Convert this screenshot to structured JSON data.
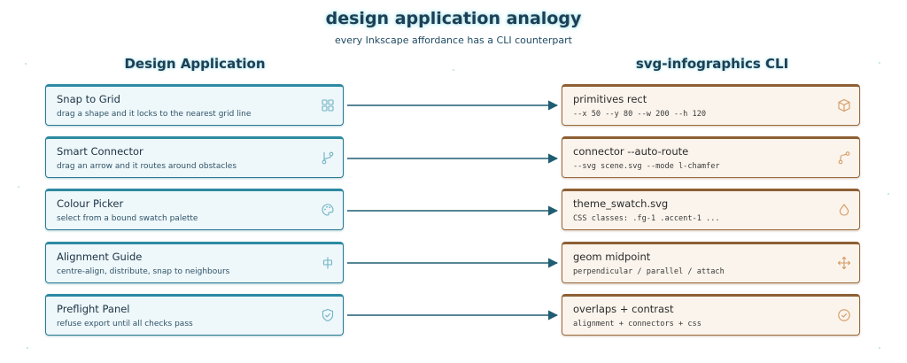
{
  "title": "design application analogy",
  "subtitle": "every Inkscape affordance has a CLI counterpart",
  "left_heading": "Design Application",
  "right_heading": "svg-infographics CLI",
  "rows": [
    {
      "left": {
        "title": "Snap to Grid",
        "desc": "drag a shape and it locks to the nearest grid line",
        "icon": "grid-icon"
      },
      "right": {
        "title": "primitives rect",
        "desc": "--x 50 --y 80 --w 200 --h 120",
        "icon": "cube-icon"
      }
    },
    {
      "left": {
        "title": "Smart Connector",
        "desc": "drag an arrow and it routes around obstacles",
        "icon": "git-branch-icon"
      },
      "right": {
        "title": "connector --auto-route",
        "desc": "--svg scene.svg --mode l-chamfer",
        "icon": "route-icon"
      }
    },
    {
      "left": {
        "title": "Colour Picker",
        "desc": "select from a bound swatch palette",
        "icon": "palette-icon"
      },
      "right": {
        "title": "theme_swatch.svg",
        "desc": "CSS classes: .fg-1 .accent-1 ...",
        "icon": "droplet-icon"
      }
    },
    {
      "left": {
        "title": "Alignment Guide",
        "desc": "centre-align, distribute, snap to neighbours",
        "icon": "align-center-icon"
      },
      "right": {
        "title": "geom midpoint",
        "desc": "perpendicular / parallel / attach",
        "icon": "move-icon"
      }
    },
    {
      "left": {
        "title": "Preflight Panel",
        "desc": "refuse export until all checks pass",
        "icon": "shield-check-icon"
      },
      "right": {
        "title": "overlaps + contrast",
        "desc": "alignment + connectors + css",
        "icon": "check-circle-icon"
      }
    }
  ],
  "colors": {
    "left_accent": "#2d8aa2",
    "right_accent": "#8d5f34",
    "arrow": "#1f5d72",
    "title_text": "#1d3f55"
  }
}
